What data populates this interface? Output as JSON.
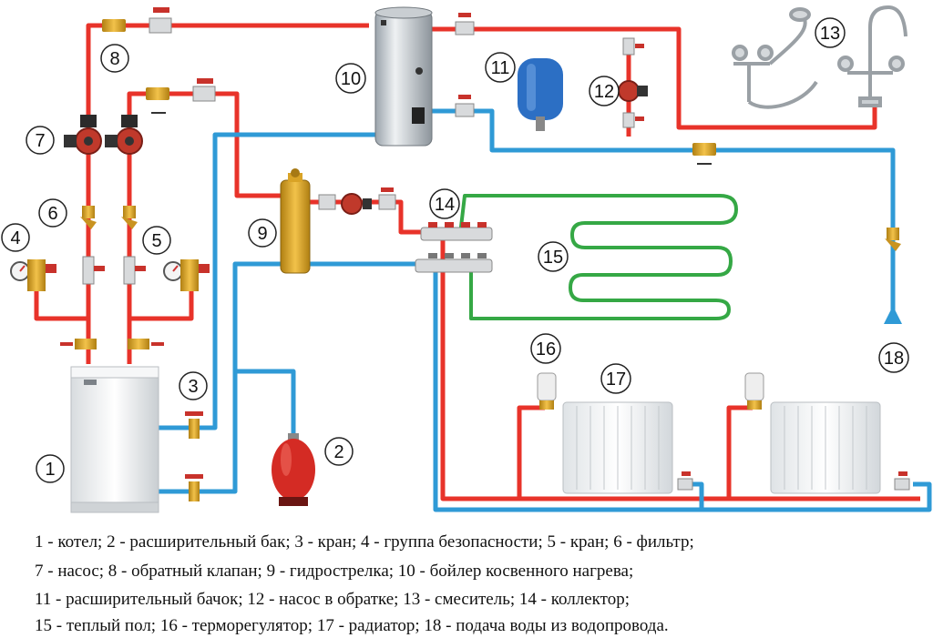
{
  "diagram": {
    "labels": {
      "l1": "1",
      "l2": "2",
      "l3": "3",
      "l4": "4",
      "l5": "5",
      "l6": "6",
      "l7": "7",
      "l8": "8",
      "l9": "9",
      "l10": "10",
      "l11": "11",
      "l12": "12",
      "l13": "13",
      "l14": "14",
      "l15": "15",
      "l16": "16",
      "l17": "17",
      "l18": "18"
    },
    "colors": {
      "supply_pipe": "#e8332a",
      "return_pipe": "#2f9ad6",
      "underfloor_pipe": "#35a845",
      "brass": "#d9a326",
      "boiler_body": "#eef0f2",
      "expansion_tank_heating": "#d42b24",
      "expansion_tank_water": "#2c6fc4"
    },
    "icons": [
      "boiler",
      "expansion-tank",
      "ball-valve",
      "safety-group",
      "filter",
      "pump",
      "check-valve",
      "hydraulic-separator",
      "indirect-water-heater",
      "mixer-tap",
      "manifold",
      "underfloor-loop",
      "thermostatic-head",
      "radiator",
      "water-inlet-arrow"
    ]
  },
  "legend": {
    "line1": "1 - котел; 2 - расширительный бак; 3 - кран; 4 - группа безопасности; 5 - кран; 6 - фильтр;",
    "line2": "7 - насос; 8 - обратный клапан; 9 - гидрострелка; 10 - бойлер косвенного нагрева;",
    "line3": "11 - расширительный бачок; 12 - насос в обратке; 13 - смеситель; 14 - коллектор;",
    "line4": "15 - теплый пол; 16 - терморегулятор; 17 - радиатор; 18 - подача воды из водопровода."
  }
}
